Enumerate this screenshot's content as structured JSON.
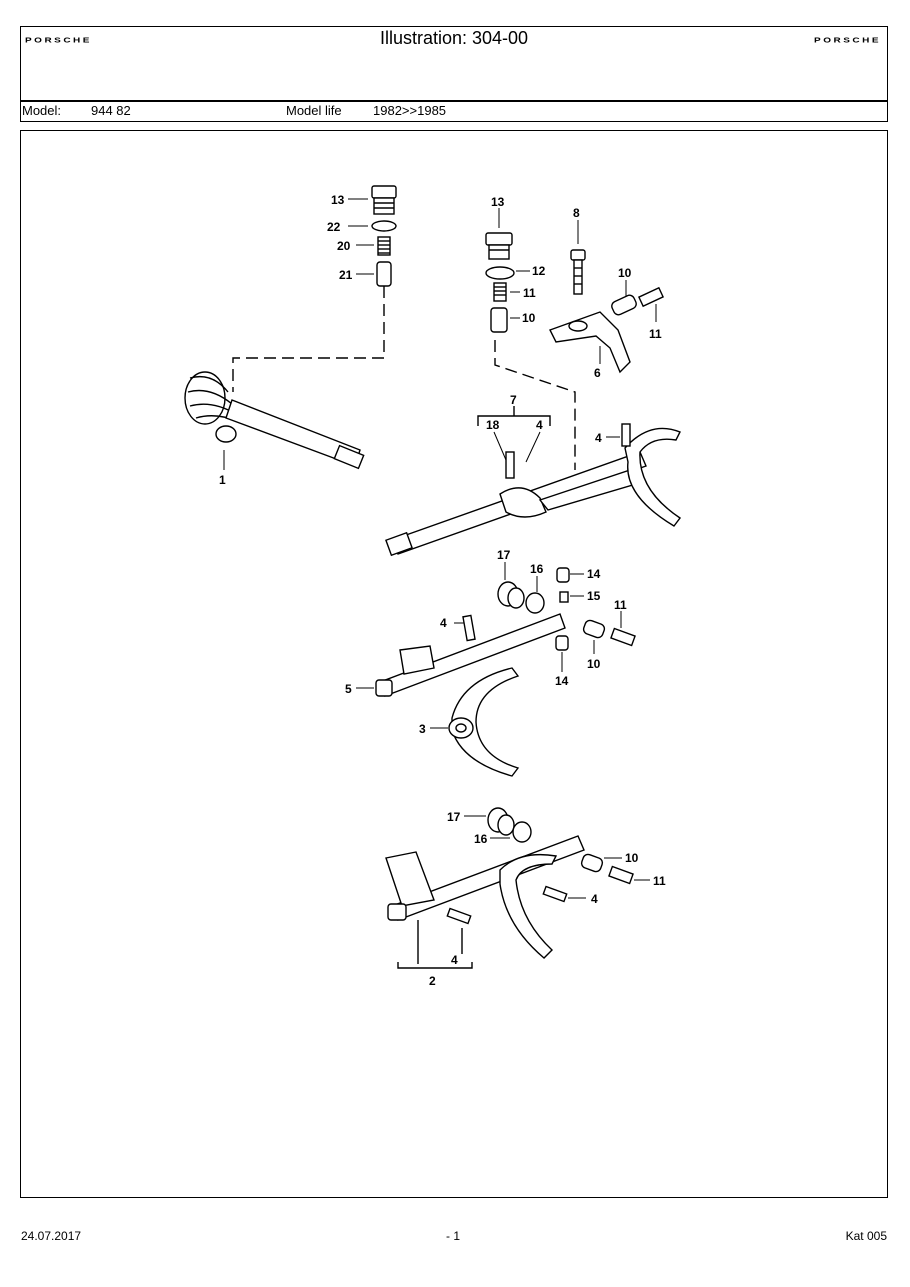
{
  "header": {
    "brand_left": "PORSCHE",
    "brand_right": "PORSCHE",
    "title": "Illustration: 304-00",
    "model_label": "Model:",
    "model_value": "944 82",
    "life_label": "Model life",
    "life_value": "1982>>1985"
  },
  "callouts": [
    "13",
    "22",
    "20",
    "21",
    "1",
    "13",
    "12",
    "11",
    "10",
    "8",
    "10",
    "11",
    "6",
    "7",
    "18",
    "4",
    "4",
    "17",
    "16",
    "14",
    "15",
    "4",
    "11",
    "10",
    "14",
    "5",
    "3",
    "17",
    "16",
    "10",
    "11",
    "4",
    "4",
    "2"
  ],
  "footer": {
    "date": "24.07.2017",
    "page": "- 1",
    "catalog": "Kat 005"
  }
}
